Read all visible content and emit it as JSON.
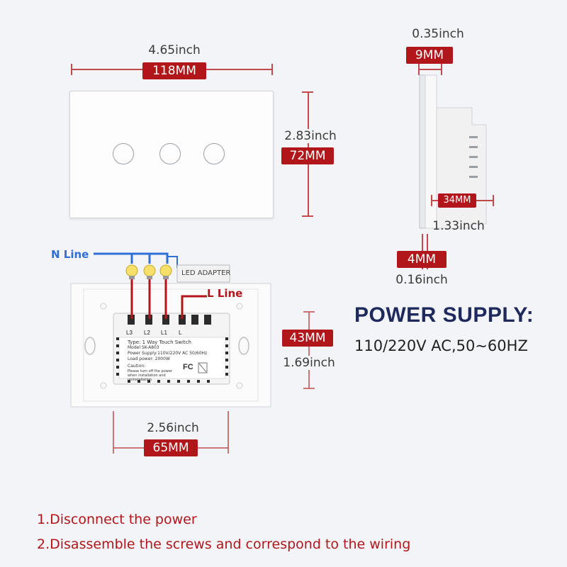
{
  "front": {
    "width_inch": "4.65inch",
    "width_mm": "118MM",
    "height_inch": "2.83inch",
    "height_mm": "72MM",
    "button_count": 3
  },
  "side": {
    "thickness_inch": "0.35inch",
    "thickness_mm": "9MM",
    "box_mm": "34MM",
    "box_inch": "1.33inch",
    "plate_mm": "4MM",
    "plate_inch": "0.16inch"
  },
  "back": {
    "height_mm": "43MM",
    "height_inch": "1.69inch",
    "width_inch": "2.56inch",
    "width_mm": "65MM",
    "n_line": "N Line",
    "l_line": "L Line",
    "led_adapter": "LED ADAPTER",
    "terminals": [
      "L3",
      "L2",
      "L1",
      "L"
    ],
    "label_type": "Type: 1 Way Touch Switch",
    "label_model": "Model SK-A803",
    "label_power": "Power Supply:110V/220V AC  50/60Hz",
    "label_load": "Load power: 2000W",
    "label_caution": "Caution:",
    "label_caution_text": "Please turn off the power when installation and uninstallation",
    "cert": "FC"
  },
  "power": {
    "title": "POWER SUPPLY:",
    "spec": "110/220V AC,50~60HZ"
  },
  "steps": [
    "1.Disconnect the power",
    "2.Disassemble the screws and correspond to the wiring"
  ],
  "colors": {
    "accent_red": "#b0161a",
    "n_line_blue": "#2f6fd6",
    "navy": "#1f2a5c"
  }
}
